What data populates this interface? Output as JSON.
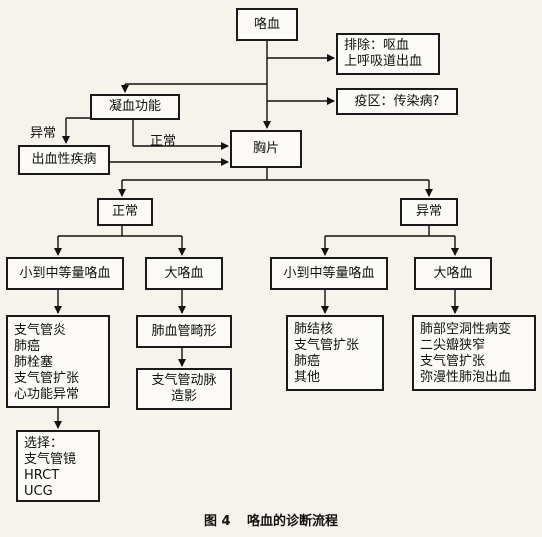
{
  "nodes": {
    "hemoptysis": "咯血",
    "exclude": [
      "排除：呕血",
      "上呼吸道出血"
    ],
    "epidemic": "疫区：传染病?",
    "coagulation": "凝血功能",
    "bleeding_disorder": "出血性疾病",
    "chest_film": "胸片",
    "normal": "正常",
    "abnormal": "异常",
    "normal_small": "小到中等量咯血",
    "normal_large": "大咯血",
    "normal_small_causes": [
      "支气管炎",
      "肺癌",
      "肺栓塞",
      "支气管扩张",
      "心功能异常"
    ],
    "select": [
      "选择：",
      "支气管镜",
      "HRCT",
      "UCG"
    ],
    "pulm_malformation": "肺血管畸形",
    "bronchial_angio": [
      "支气管动脉",
      "造影"
    ],
    "abn_small": "小到中等量咯血",
    "abn_large": "大咯血",
    "abn_small_causes": [
      "肺结核",
      "支气管扩张",
      "肺癌",
      "其他"
    ],
    "abn_large_causes": [
      "肺部空洞性病变",
      "二尖瓣狭窄",
      "支气管扩张",
      "弥漫性肺泡出血"
    ]
  },
  "edge_labels": {
    "coag_abnormal": "异常",
    "coag_normal": "正常"
  },
  "caption": {
    "figure": "图 4",
    "title": "咯血的诊断流程"
  }
}
